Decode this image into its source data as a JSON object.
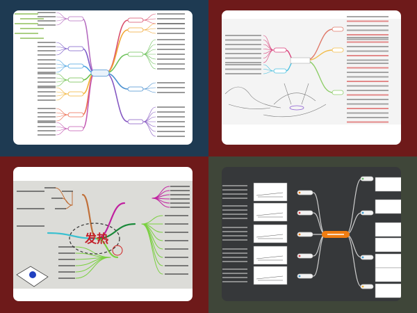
{
  "panels": [
    {
      "id": "mindmap-rainbow",
      "background": "#1e3a52",
      "card": "#ffffff"
    },
    {
      "id": "mindmap-sketch",
      "background": "#6e1a1a",
      "card": "#ffffff"
    },
    {
      "id": "mindmap-handdrawn",
      "background": "#6e1a1a",
      "card": "#ffffff",
      "center_title": "发热"
    },
    {
      "id": "mindmap-positions",
      "background": "#3f4639",
      "card": "#36383a",
      "accent": "#f07d12"
    }
  ]
}
